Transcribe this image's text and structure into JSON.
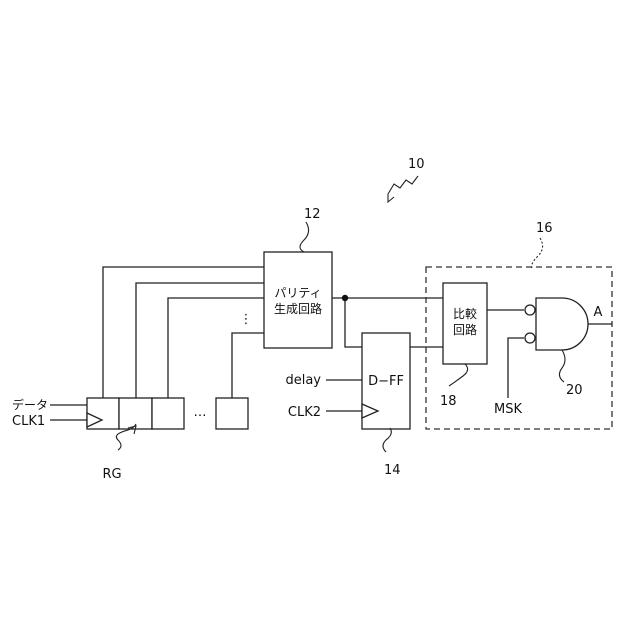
{
  "labels": {
    "ref_system": "10",
    "ref_parity": "12",
    "ref_dff": "14",
    "ref_compare_group": "16",
    "ref_compare": "18",
    "ref_and": "20",
    "parity_line1": "パリティ",
    "parity_line2": "生成回路",
    "compare_line1": "比較",
    "compare_line2": "回路",
    "dff": "D−FF",
    "data_in": "データ",
    "clk1": "CLK1",
    "clk2": "CLK2",
    "delay": "delay",
    "msk": "MSK",
    "output_a": "A",
    "register": "RG",
    "ellipsis_h": "…",
    "ellipsis_v": "⋮"
  }
}
